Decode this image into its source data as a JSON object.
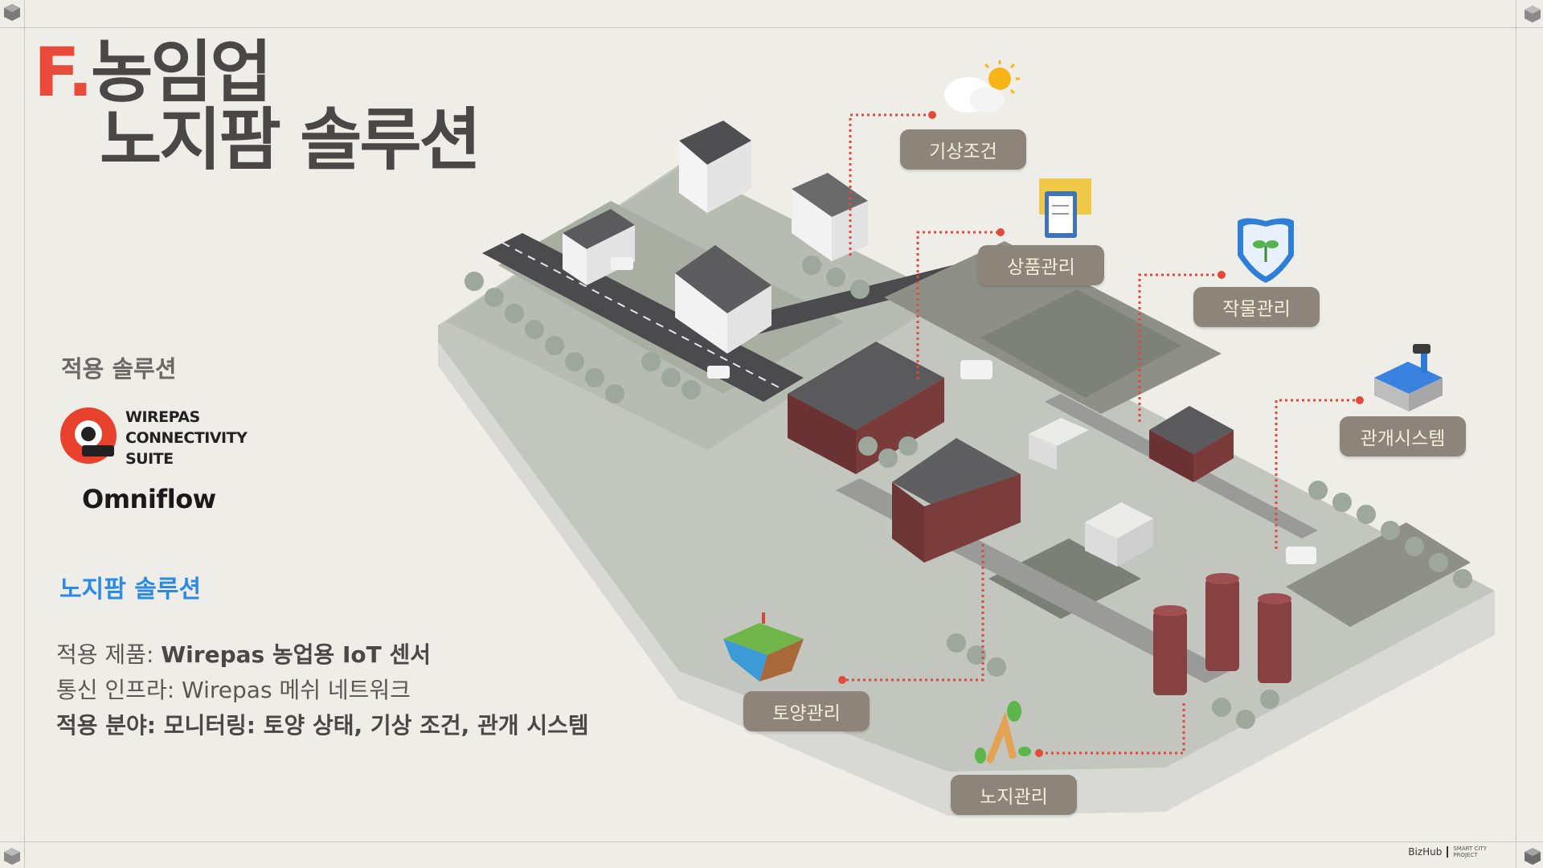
{
  "title": {
    "prefix": "F.",
    "line1": "농임업",
    "line2": "노지팜 솔루션"
  },
  "applied_solution_label": "적용 솔루션",
  "wirepas_logo": {
    "line1": "WIREPAS",
    "line2": "CONNECTIVITY",
    "line3": "SUITE"
  },
  "omniflow_logo": "Omniflow",
  "solution_title": "노지팜 솔루션",
  "details": {
    "product_label": "적용 제품:",
    "product_value": "Wirepas 농업용 IoT 센서",
    "infra": "통신 인프라: Wirepas 메쉬 네트워크",
    "field": "적용 분야: 모니터링: 토양 상태, 기상 조건, 관개 시스템"
  },
  "callouts": {
    "weather": "기상조건",
    "product": "상품관리",
    "crop": "작물관리",
    "irrigation": "관개시스템",
    "soil": "토양관리",
    "field": "노지관리"
  },
  "footer": {
    "brand": "BizHub",
    "line1": "SMART CITY",
    "line2": "PROJECT"
  },
  "colors": {
    "accent_red": "#e84a3b",
    "pill_bg": "#8d8579",
    "pill_text": "#f5efd9",
    "link_blue": "#2c8ae6"
  },
  "icons": [
    "weather-sun-cloud-icon",
    "clipboard-box-icon",
    "shield-sprout-icon",
    "water-pipe-icon",
    "soil-island-icon",
    "sprout-branch-icon"
  ]
}
